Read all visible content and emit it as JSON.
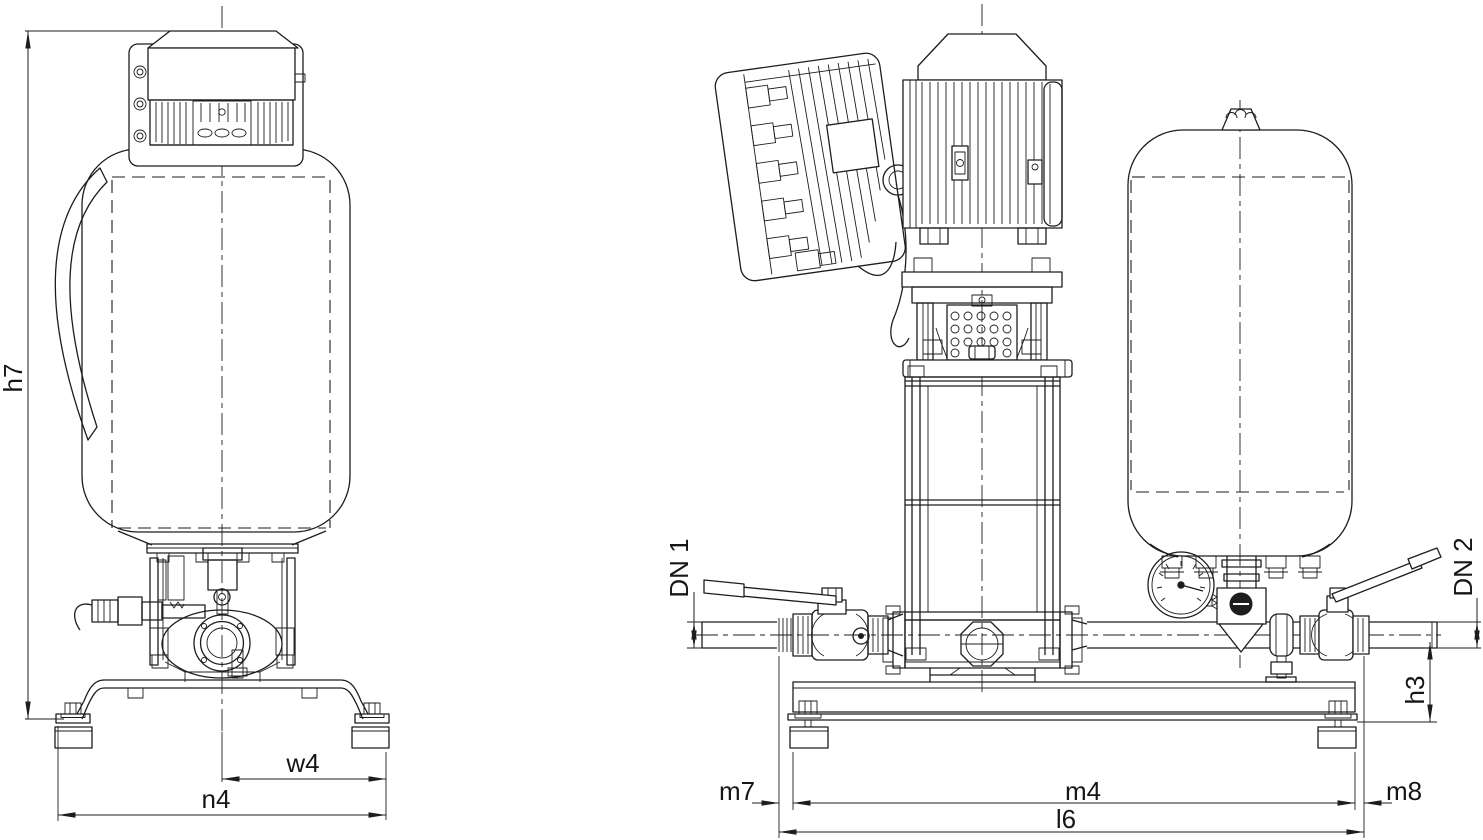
{
  "drawing": {
    "kind": "technical dimensional drawing, black line art on white",
    "background_color": "#ffffff",
    "line_color": "#1d1d1d",
    "views": [
      {
        "id": "side",
        "name": "side view (single pump unit with shrouded tank)"
      },
      {
        "id": "front",
        "name": "front view (pump, controller and diaphragm tank on base frame)"
      }
    ]
  },
  "labels": {
    "h7": "h7",
    "w4": "w4",
    "n4": "n4",
    "dn1": "DN 1",
    "dn2": "DN 2",
    "h3": "h3",
    "m7": "m7",
    "m4": "m4",
    "m8": "m8",
    "l6": "l6"
  },
  "dimension_labels": [
    {
      "id": "h7",
      "label": "h7",
      "orientation": "vertical",
      "view": "side"
    },
    {
      "id": "w4",
      "label": "w4",
      "orientation": "horizontal",
      "view": "side"
    },
    {
      "id": "n4",
      "label": "n4",
      "orientation": "horizontal",
      "view": "side"
    },
    {
      "id": "dn1",
      "label": "DN 1",
      "orientation": "vertical",
      "view": "front"
    },
    {
      "id": "dn2",
      "label": "DN 2",
      "orientation": "vertical",
      "view": "front"
    },
    {
      "id": "h3",
      "label": "h3",
      "orientation": "vertical",
      "view": "front"
    },
    {
      "id": "m7",
      "label": "m7",
      "orientation": "horizontal",
      "view": "front"
    },
    {
      "id": "m4",
      "label": "m4",
      "orientation": "horizontal",
      "view": "front"
    },
    {
      "id": "m8",
      "label": "m8",
      "orientation": "horizontal",
      "view": "front"
    },
    {
      "id": "l6",
      "label": "l6",
      "orientation": "horizontal",
      "view": "front"
    }
  ],
  "components_legend": [
    "motor",
    "fan-cover",
    "terminal-box",
    "frequency-converter",
    "cable-glands",
    "control-cable",
    "diaphragm-tank",
    "air-valve-cap",
    "vertical-multistage-pump",
    "coupling-guard",
    "tie-rods",
    "suction-ball-valve",
    "discharge-ball-valve",
    "pressure-gauge",
    "pressure-sensor",
    "tank-isolating-valve",
    "pipe-support-clamp",
    "threaded-pipe-ends",
    "base-frame",
    "vibration-feet"
  ]
}
